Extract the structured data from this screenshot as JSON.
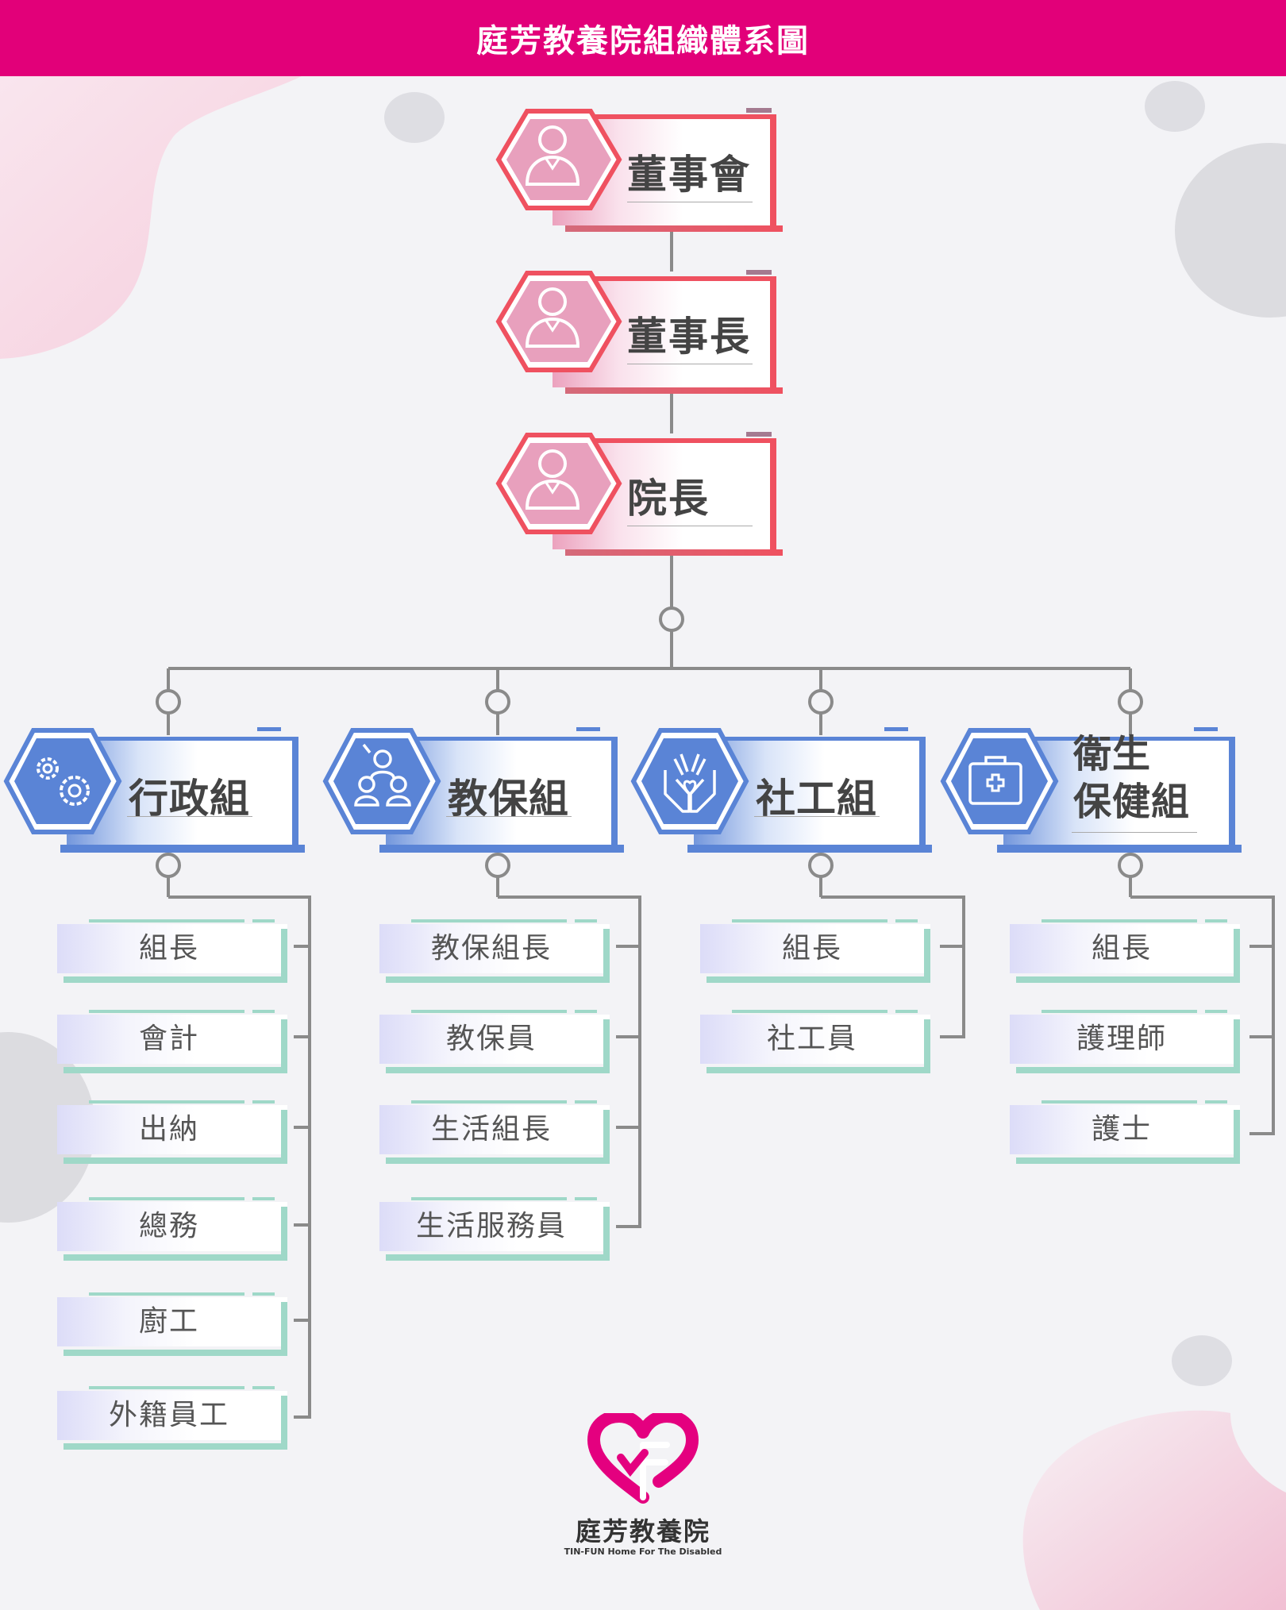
{
  "header": {
    "title": "庭芳教養院組織體系圖"
  },
  "colors": {
    "header": "#e20079",
    "top_accent": "#ef5160",
    "group_accent": "#5a84d6",
    "role_accent": "#9fd8c8"
  },
  "top_nodes": [
    {
      "label": "董事會",
      "icon": "person-icon"
    },
    {
      "label": "董事長",
      "icon": "person-icon"
    },
    {
      "label": "院長",
      "icon": "person-icon"
    }
  ],
  "groups": [
    {
      "label": "行政組",
      "icon": "gears-icon",
      "roles": [
        "組長",
        "會計",
        "出納",
        "總務",
        "廚工",
        "外籍員工"
      ]
    },
    {
      "label": "教保組",
      "icon": "people-group-icon",
      "roles": [
        "教保組長",
        "教保員",
        "生活組長",
        "生活服務員"
      ]
    },
    {
      "label": "社工組",
      "icon": "caring-hands-icon",
      "roles": [
        "組長",
        "社工員"
      ]
    },
    {
      "label": "衛生\n保健組",
      "icon": "first-aid-kit-icon",
      "roles": [
        "組長",
        "護理師",
        "護士"
      ]
    }
  ],
  "logo": {
    "name": "庭芳教養院",
    "subtitle": "TIN-FUN Home For The Disabled"
  }
}
